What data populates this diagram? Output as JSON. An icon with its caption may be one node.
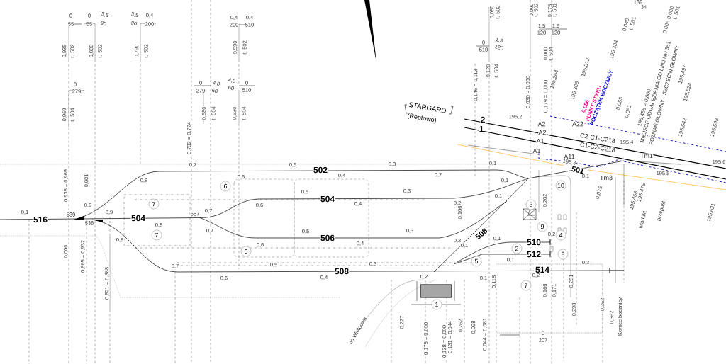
{
  "diagram": {
    "nodes": [
      {
        "text": [
          "7"
        ]
      },
      {
        "text": [
          "7"
        ]
      },
      {
        "text": [
          "6"
        ]
      },
      {
        "text": [
          "6"
        ]
      },
      {
        "text": [
          "3"
        ]
      },
      {
        "text": [
          "10"
        ]
      },
      {
        "text": [
          "9"
        ]
      },
      {
        "text": [
          "4"
        ]
      },
      {
        "text": [
          "2"
        ]
      },
      {
        "text": [
          "8"
        ]
      },
      {
        "text": [
          "5"
        ]
      },
      {
        "text": [
          "7"
        ]
      },
      {
        "text": [
          "1"
        ]
      }
    ],
    "labels": [
      "0",
      "55",
      "0",
      "55",
      "3,5",
      "90",
      "3,5",
      "90",
      "0,4",
      "200",
      "0,935",
      "t. 502",
      "0,880",
      "t. 502",
      "0,790",
      "t. 502",
      "0,4",
      "200",
      "0,4",
      "510",
      "0,590",
      "t. 502",
      "0",
      "279",
      "0,969",
      "t. 504",
      "0",
      "279",
      "4,0",
      "60",
      "4,0",
      "60",
      "0",
      "510",
      "0,680",
      "t. 504",
      "0,630",
      "t. 504",
      "0,732 = 0,724",
      "0,080",
      "t. 502",
      "0,000",
      "t. 502",
      "0,175",
      "t. 501",
      "1,5",
      "120",
      "1,5",
      "120",
      "0",
      "510",
      "1,5",
      "120",
      "0,146 = 0,113",
      "0,120",
      "t. 504",
      "0,030 = 0,000",
      "0,000",
      "t. 504",
      "0,179 = 0,000",
      "195,264",
      "195,306",
      "195,312",
      "0,056",
      "PUNKT STYKU",
      "POCZĄTEK BOCZNICY",
      "195,384",
      "0,053",
      "0,051",
      "0,040",
      "t. 501",
      "139",
      "34",
      "0,006",
      "0,000",
      "t. 501",
      "196,455 = 0,000",
      "MIEJSCE ODGAŁĘZIENIA OD LINII NR 351",
      "POZNAŃ GŁÓWNY - SZCZECIN GŁÓWNY",
      "195,497",
      "195,524",
      "195,542",
      "195,598",
      "STARGARD",
      "(Reptowo)",
      "2",
      "1",
      "195,2",
      "A2",
      "A2",
      "A1",
      "A1",
      "A22",
      "A11",
      "C2-C1-C218",
      "C1-C2-C218",
      "195,4",
      "195,3",
      "Tm1",
      "Tm3",
      "195,5",
      "195,6",
      "501",
      "0,1",
      "0,075",
      "195,468",
      "195,475",
      "wiadukt",
      "przepust",
      "195,621",
      "0,7",
      "0,5",
      "502",
      "0,4",
      "0,1",
      "516",
      "539",
      "538",
      "0,9",
      "0,9",
      "0,8",
      "504",
      "0,8",
      "0,8",
      "557",
      "0,7",
      "0,7",
      "0,6",
      "0,6",
      "0,5",
      "0,5",
      "504",
      "0,4",
      "0,6",
      "506",
      "0,4",
      "0,7",
      "0,5",
      "0,6",
      "0,4",
      "508",
      "0,935 = 0,969",
      "0,881",
      "0,000",
      "0,865 = 0,932",
      "0,821 = 0,888",
      "do Wielgowa",
      "0,3",
      "0,1",
      "0,2",
      "0,1",
      "0,3",
      "0,2",
      "0,1",
      "0,3",
      "0,3",
      "0,1",
      "508",
      "0,1",
      "510",
      "0,2",
      "512",
      "0,3",
      "0,1",
      "514",
      "0,3",
      "0,2",
      "0,1",
      "0,2",
      "0,106",
      "0,202",
      "0,227",
      "0,175 = 0,000",
      "0,138 = 0,000",
      "0,131 = 0,044",
      "0,262",
      "0,098",
      "0,044 = 0,081",
      "0,118",
      "0,166",
      "0,171",
      "0,281",
      "0,298",
      "0,362",
      "0,362",
      "Koniec bocznicy",
      "0",
      "207"
    ]
  }
}
